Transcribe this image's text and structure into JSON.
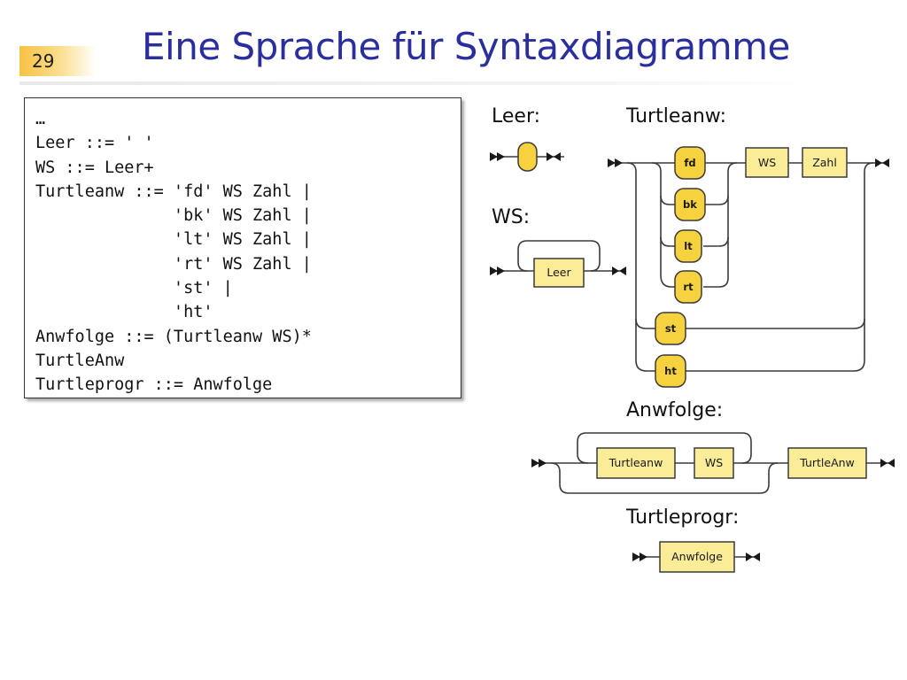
{
  "slide": {
    "page_number": "29",
    "title": "Eine Sprache für Syntaxdiagramme"
  },
  "grammar": {
    "lines": [
      "…",
      "Leer ::= ' '",
      "WS ::= Leer+",
      "Turtleanw ::= 'fd' WS Zahl |",
      "              'bk' WS Zahl |",
      "              'lt' WS Zahl |",
      "              'rt' WS Zahl |",
      "              'st' |",
      "              'ht'",
      "Anwfolge ::= (Turtleanw WS)*",
      "TurtleAnw",
      "Turtleprogr ::= Anwfolge"
    ]
  },
  "diagrams": {
    "leer": {
      "label": "Leer:"
    },
    "ws": {
      "label": "WS:",
      "nonterminal": "Leer"
    },
    "turtleanw": {
      "label": "Turtleanw:",
      "terminals": [
        "fd",
        "bk",
        "lt",
        "rt",
        "st",
        "ht"
      ],
      "nonterminals": [
        "WS",
        "Zahl"
      ]
    },
    "anwfolge": {
      "label": "Anwfolge:",
      "nonterminals": [
        "Turtleanw",
        "WS",
        "TurtleAnw"
      ]
    },
    "turtleprogr": {
      "label": "Turtleprogr:",
      "nonterminal": "Anwfolge"
    }
  },
  "colors": {
    "title": "#2b2f9e",
    "terminal_fill": "#f6d23f",
    "nonterminal_fill": "#fbec97",
    "page_number_accent": "#f6c242"
  }
}
